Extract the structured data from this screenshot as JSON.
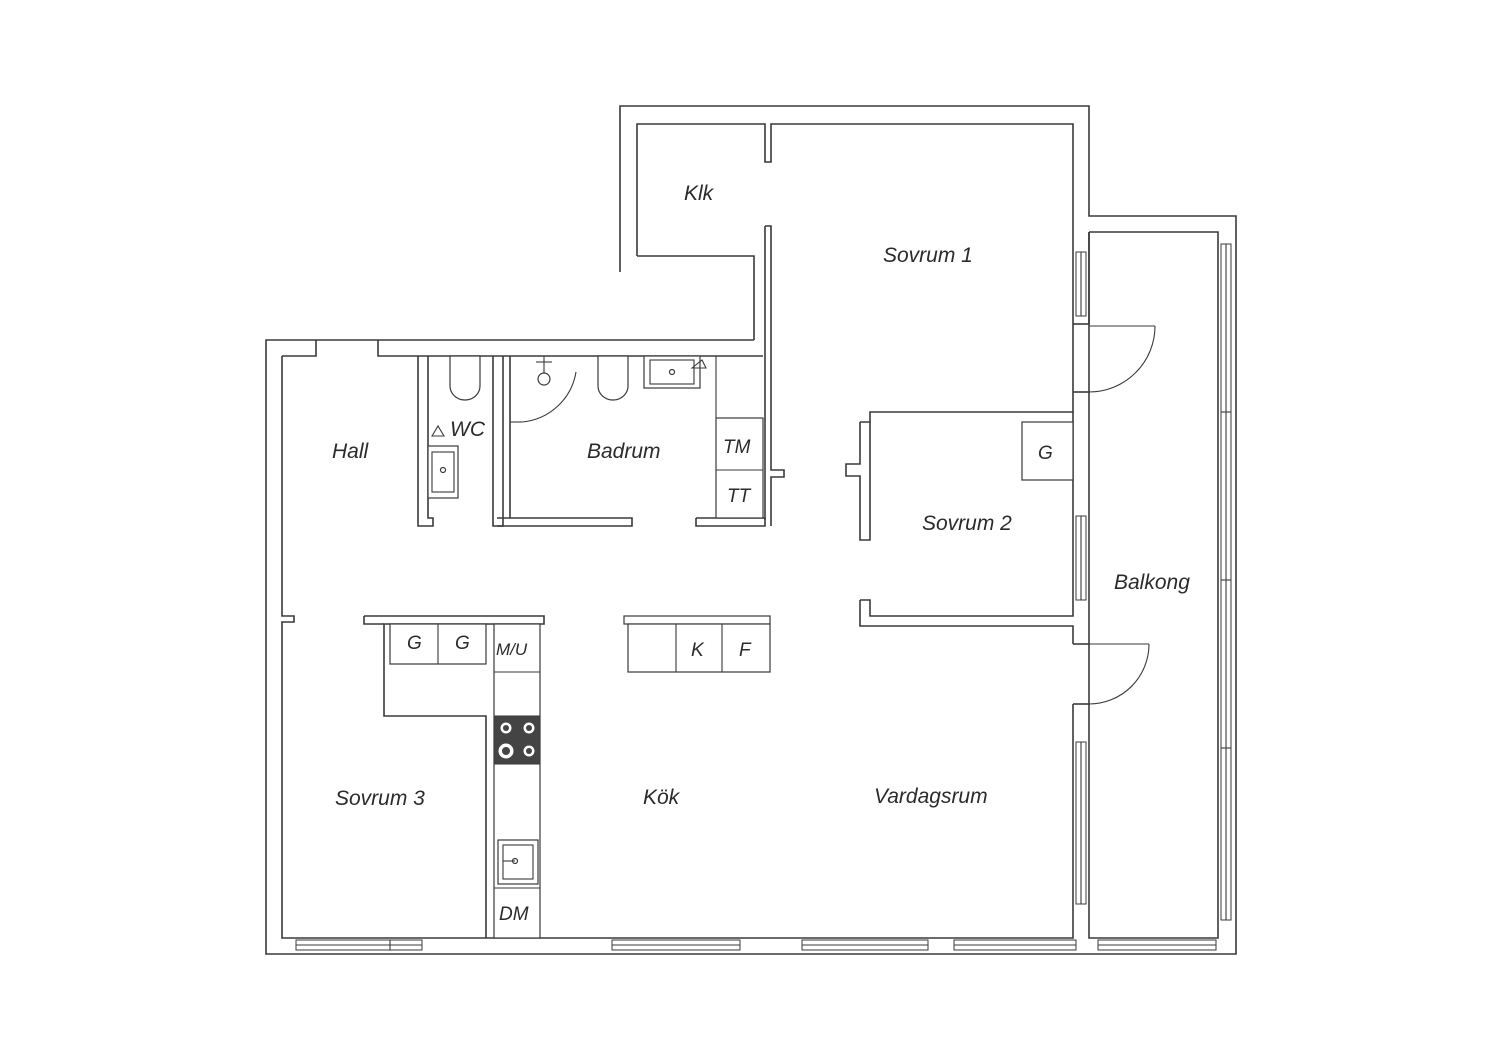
{
  "rooms": {
    "klk": "Klk",
    "sovrum1": "Sovrum 1",
    "hall": "Hall",
    "wc": "WC",
    "badrum": "Badrum",
    "tm": "TM",
    "tt": "TT",
    "g_sovrum2": "G",
    "sovrum2": "Sovrum 2",
    "balkong": "Balkong",
    "g1": "G",
    "g2": "G",
    "mu": "M/U",
    "k": "K",
    "f": "F",
    "sovrum3": "Sovrum 3",
    "kok": "Kök",
    "vardagsrum": "Vardagsrum",
    "dm": "DM"
  },
  "icons": {
    "toilet": "toilet-icon",
    "sink": "sink-icon",
    "shower": "shower-icon",
    "stove": "stove-icon",
    "door": "door-swing-icon",
    "window": "window-icon"
  },
  "colors": {
    "line": "#3a3a3a",
    "background": "#ffffff",
    "stove": "#444444"
  }
}
